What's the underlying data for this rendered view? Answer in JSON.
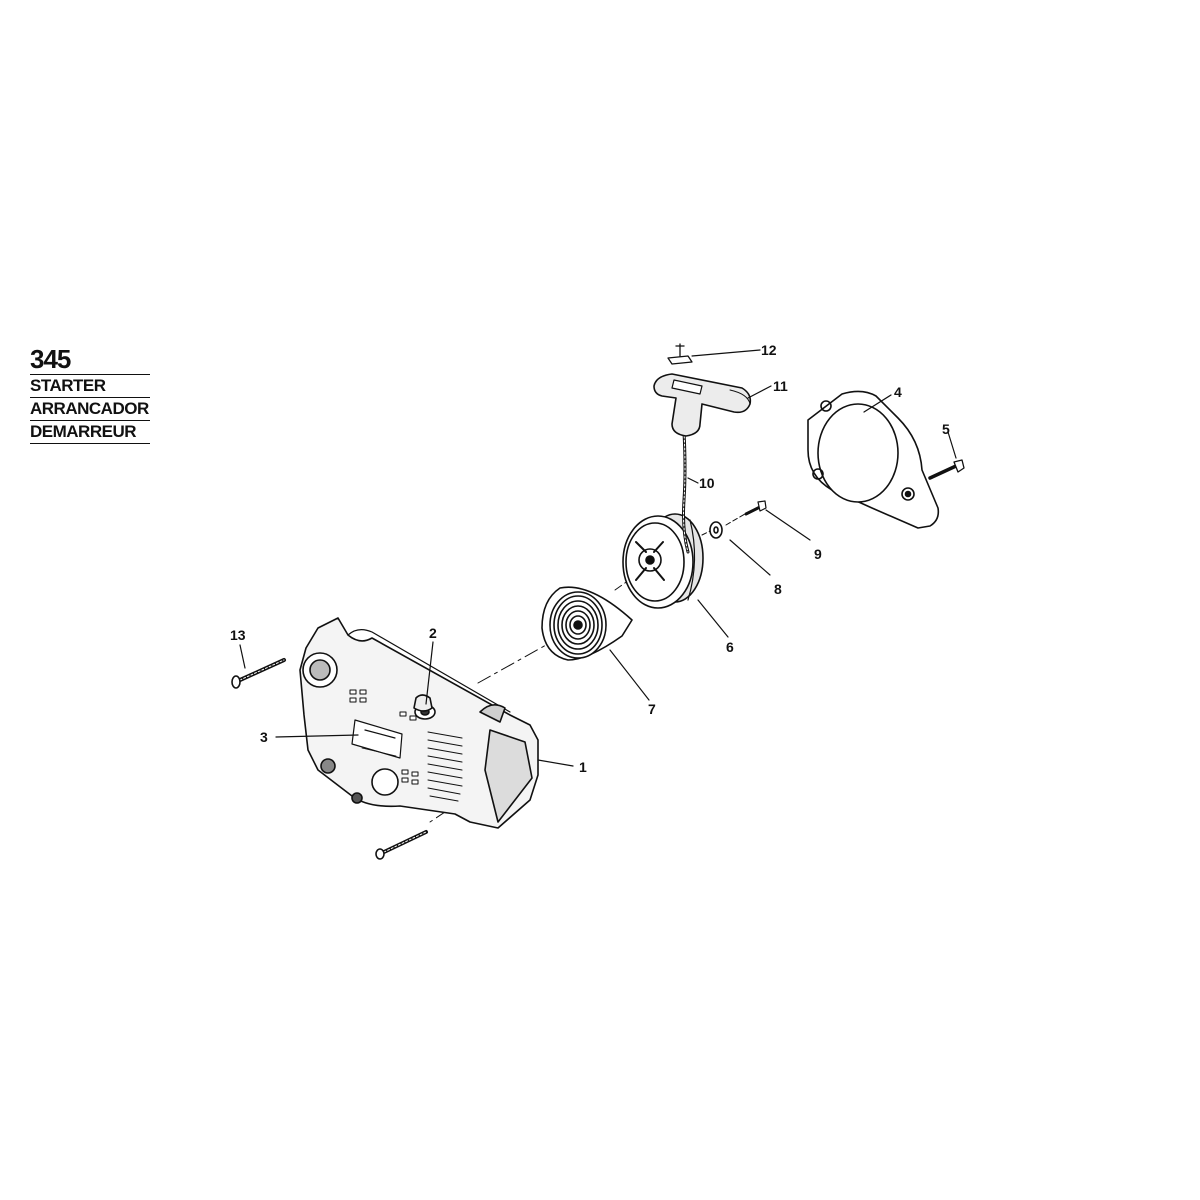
{
  "title": {
    "number": "345",
    "names": [
      "STARTER",
      "ARRANCADOR",
      "DEMARREUR"
    ]
  },
  "callouts": {
    "c1": "1",
    "c2": "2",
    "c3": "3",
    "c4": "4",
    "c5": "5",
    "c6": "6",
    "c7": "7",
    "c8": "8",
    "c9": "9",
    "c10": "10",
    "c11": "11",
    "c12": "12",
    "c13": "13"
  },
  "colors": {
    "ink": "#111111",
    "paper": "#ffffff"
  }
}
